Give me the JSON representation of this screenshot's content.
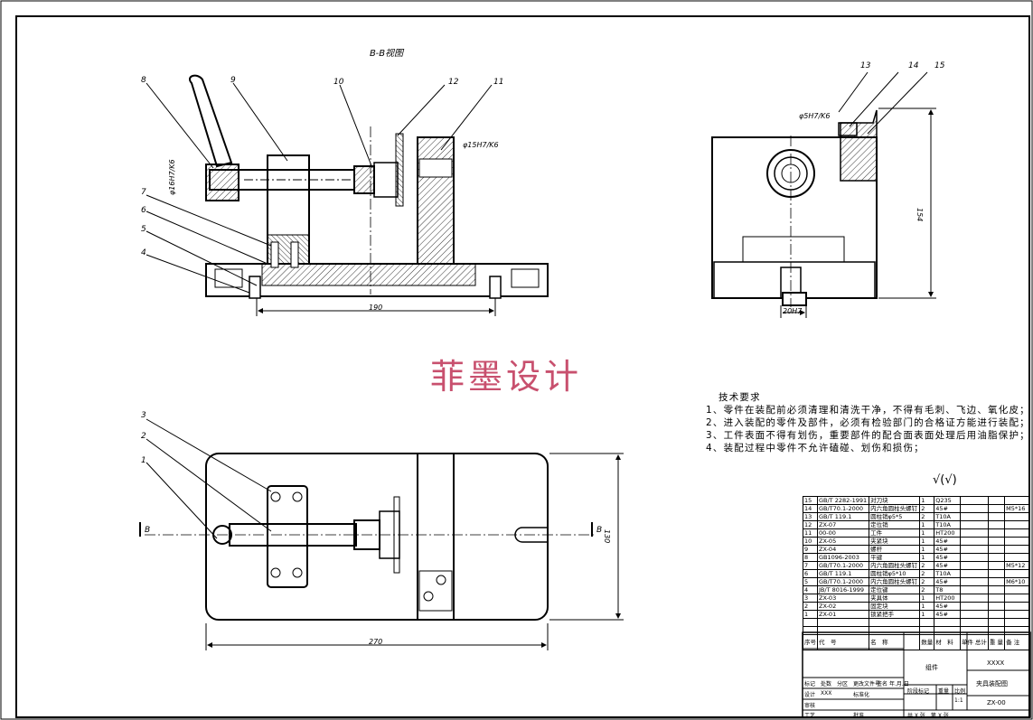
{
  "view_title": "B-B视图",
  "watermark": "菲墨设计",
  "front_view": {
    "balloons": [
      "8",
      "9",
      "10",
      "12",
      "11",
      "7",
      "6",
      "5",
      "4"
    ],
    "fit_labels": [
      "φ16H7/K6",
      "φ15H7/K6"
    ],
    "dim_width": "190"
  },
  "side_view": {
    "balloons": [
      "13",
      "14",
      "15"
    ],
    "fit_label": "φ5H7/K6",
    "dim_height": "154",
    "dim_slot": "20H7"
  },
  "top_view": {
    "balloons": [
      "3",
      "2",
      "1"
    ],
    "section_marks": [
      "B",
      "B"
    ],
    "dim_length": "270",
    "dim_height": "130"
  },
  "tech_requirements": {
    "title": "技术要求",
    "items": [
      "1、零件在装配前必须清理和清洗干净，不得有毛刺、飞边、氧化皮；",
      "2、进入装配的零件及部件，必须有检验部门的合格证方能进行装配；",
      "3、工件表面不得有划伤，重要部件的配合面表面处理后用油脂保护；",
      "4、装配过程中零件不允许磕碰、划伤和损伤；"
    ]
  },
  "roughness_symbol": "√(√)",
  "bom": {
    "rows": [
      {
        "no": "15",
        "code": "GB/T 2282-1991",
        "name": "对刀块",
        "qty": "1",
        "material": "Q235",
        "note": ""
      },
      {
        "no": "14",
        "code": "GB/T70.1-2000",
        "name": "内六角圆柱头螺钉",
        "qty": "2",
        "material": "45#",
        "note": "M5*16"
      },
      {
        "no": "13",
        "code": "GB/T 119.1",
        "name": "圆柱销φ5*5",
        "qty": "2",
        "material": "T10A",
        "note": ""
      },
      {
        "no": "12",
        "code": "ZX-07",
        "name": "定位销",
        "qty": "1",
        "material": "T10A",
        "note": ""
      },
      {
        "no": "11",
        "code": "00-00",
        "name": "工件",
        "qty": "1",
        "material": "HT200",
        "note": ""
      },
      {
        "no": "10",
        "code": "ZX-05",
        "name": "夹紧块",
        "qty": "1",
        "material": "45#",
        "note": ""
      },
      {
        "no": "9",
        "code": "ZX-04",
        "name": "螺杆",
        "qty": "1",
        "material": "45#",
        "note": ""
      },
      {
        "no": "8",
        "code": "GB1096-2003",
        "name": "平键",
        "qty": "1",
        "material": "45#",
        "note": ""
      },
      {
        "no": "7",
        "code": "GB/T70.1-2000",
        "name": "内六角圆柱头螺钉",
        "qty": "2",
        "material": "45#",
        "note": "M5*12"
      },
      {
        "no": "6",
        "code": "GB/T 119.1",
        "name": "圆柱销φ5*10",
        "qty": "2",
        "material": "T10A",
        "note": ""
      },
      {
        "no": "5",
        "code": "GB/T70.1-2000",
        "name": "内六角圆柱头螺钉",
        "qty": "2",
        "material": "45#",
        "note": "M6*10"
      },
      {
        "no": "4",
        "code": "JB/T 8016-1999",
        "name": "定位键",
        "qty": "2",
        "material": "T8",
        "note": ""
      },
      {
        "no": "3",
        "code": "ZX-03",
        "name": "夹具体",
        "qty": "1",
        "material": "HT200",
        "note": ""
      },
      {
        "no": "2",
        "code": "ZX-02",
        "name": "固定块",
        "qty": "1",
        "material": "45#",
        "note": ""
      },
      {
        "no": "1",
        "code": "ZX-01",
        "name": "锁紧把手",
        "qty": "1",
        "material": "45#",
        "note": ""
      }
    ],
    "header": {
      "no": "序号",
      "code": "代　号",
      "name": "名　称",
      "qty": "数量",
      "material": "材　料",
      "unit_total": "单件 总计",
      "weight": "重 量",
      "note": "备 注"
    }
  },
  "title_block": {
    "company": "XXXX",
    "drawing_name": "夹具装配图",
    "drawing_no": "ZX-00",
    "category": "组件",
    "scale": "1:1",
    "stage_label": "阶段标记",
    "weight_label": "重量",
    "scale_label": "比例",
    "designer": "XXX",
    "row_labels": [
      "标记",
      "处数",
      "分区",
      "更改文件号",
      "签名",
      "年.月.日"
    ],
    "design_label": "设计",
    "std_label": "标准化",
    "check_label": "审核",
    "process_label": "工艺",
    "approve_label": "批准",
    "sheets": "共 X 张　第 X 张"
  }
}
